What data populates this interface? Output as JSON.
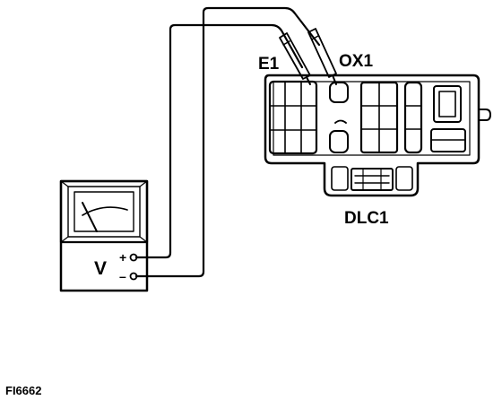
{
  "labels": {
    "e1": "E1",
    "ox1": "OX1",
    "dlc1": "DLC1",
    "voltmeter": "V",
    "plus": "+",
    "minus": "–",
    "figure_id": "FI6662"
  },
  "colors": {
    "ink": "#000000",
    "background": "#ffffff"
  },
  "icons": {
    "meter": "analog-voltmeter-icon",
    "connector": "dlc1-connector-icon"
  }
}
